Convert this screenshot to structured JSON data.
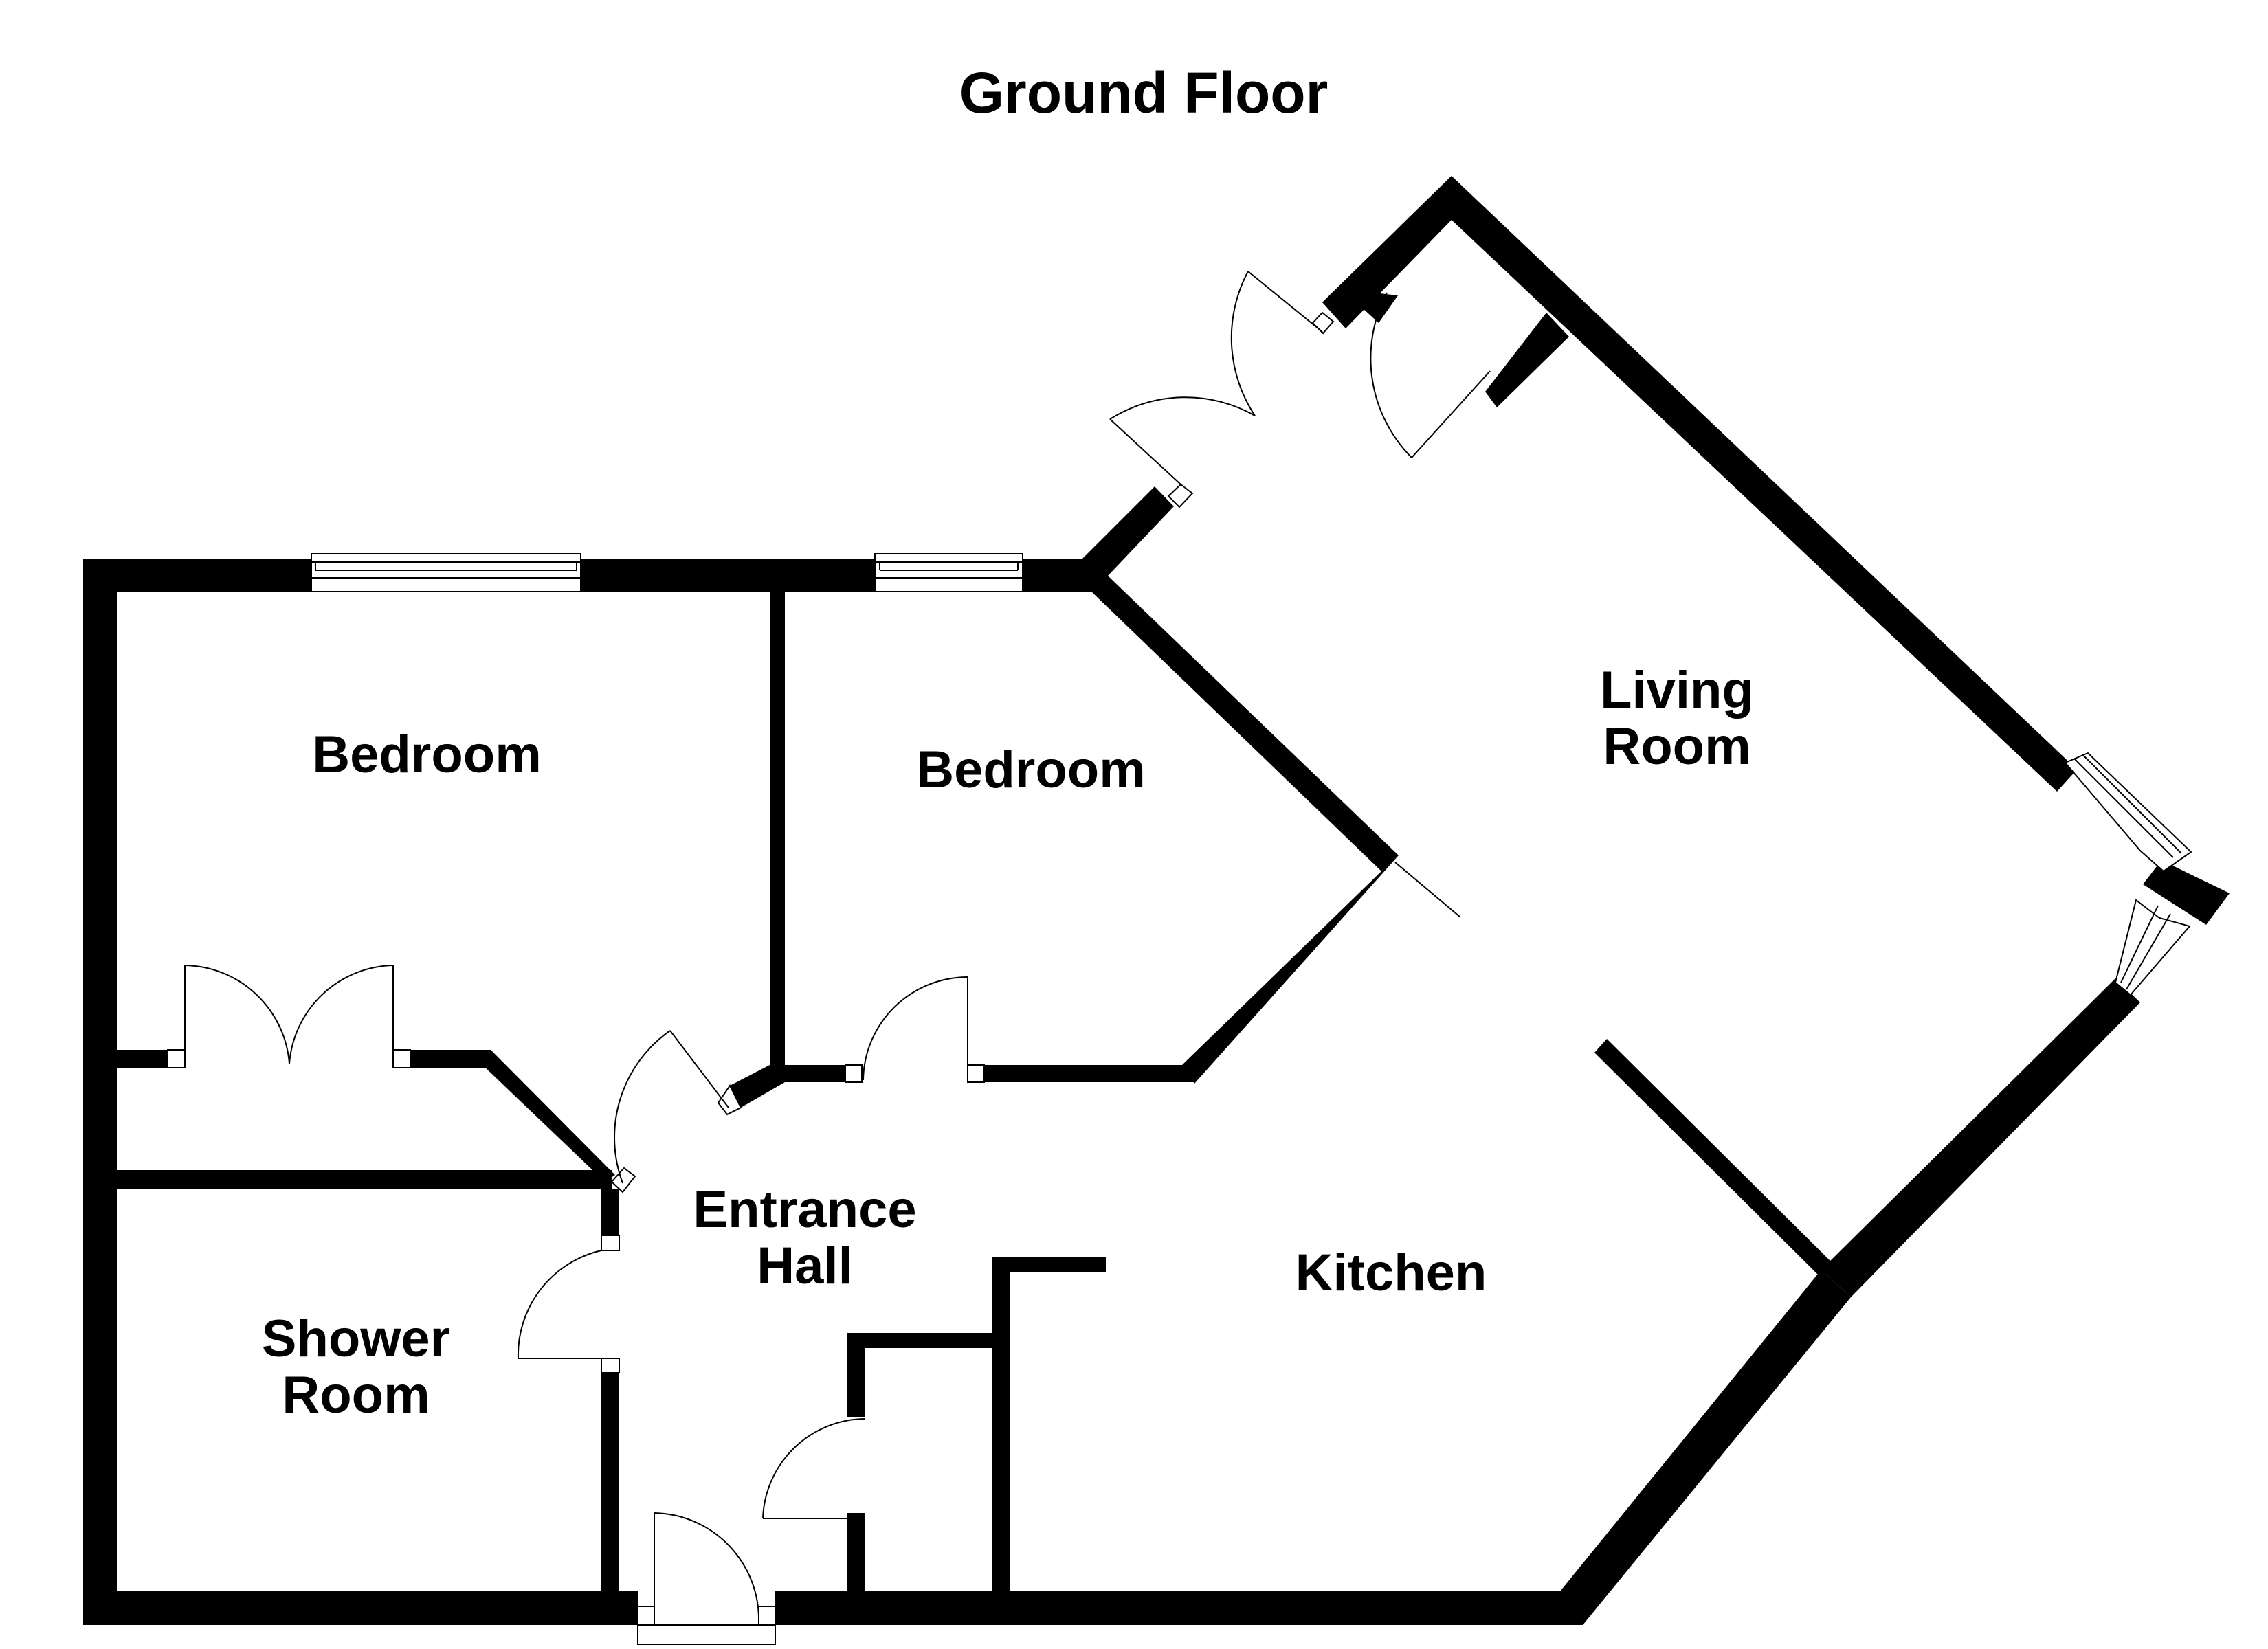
{
  "plan": {
    "title": "Ground Floor",
    "colors": {
      "wall": "#000000",
      "background": "#ffffff"
    },
    "rooms": [
      {
        "id": "bedroom-1",
        "lines": [
          "Bedroom"
        ]
      },
      {
        "id": "bedroom-2",
        "lines": [
          "Bedroom"
        ]
      },
      {
        "id": "living-room",
        "lines": [
          "Living",
          "Room"
        ]
      },
      {
        "id": "entrance-hall",
        "lines": [
          "Entrance",
          "Hall"
        ]
      },
      {
        "id": "shower-room",
        "lines": [
          "Shower",
          "Room"
        ]
      },
      {
        "id": "kitchen",
        "lines": [
          "Kitchen"
        ]
      }
    ]
  }
}
